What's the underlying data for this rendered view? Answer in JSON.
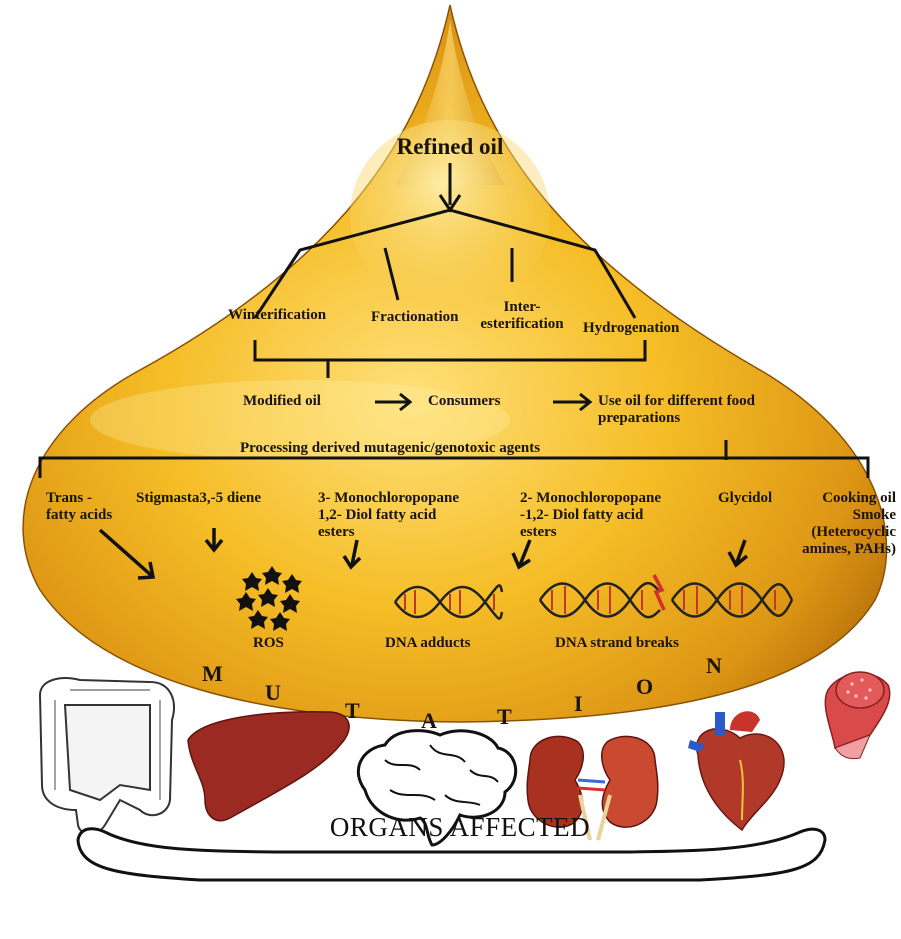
{
  "title": "Refined oil",
  "processes": [
    "Winterification",
    "Fractionation",
    "Inter-\nesterification",
    "Hydrogenation"
  ],
  "flow": {
    "modified": "Modified oil",
    "consumers": "Consumers",
    "use": "Use oil for different food\npreparations"
  },
  "agents_heading": "Processing derived mutagenic/genotoxic agents",
  "agents": {
    "trans": "Trans -\nfatty acids",
    "stigmasta": "Stigmasta3,-5 diene",
    "mcpd3": "3- Monochloropopane\n1,2-   Diol  fatty acid\nesters",
    "mcpd2": "2- Monochloropopane\n-1,2- Diol  fatty acid\nesters",
    "glycidol": "Glycidol",
    "smoke": "Cooking oil\nSmoke\n(Heterocyclic\namines, PAHs)"
  },
  "effects": {
    "ros": "ROS",
    "adducts": "DNA adducts",
    "breaks": "DNA strand breaks"
  },
  "mutation_letters": [
    "M",
    "U",
    "T",
    "A",
    "T",
    "I",
    "O",
    "N"
  ],
  "organs_label": "ORGANS AFFECTED",
  "colors": {
    "oil_light": "#ffe58a",
    "oil_mid": "#f2b61a",
    "oil_dark": "#b8720a",
    "organ_red": "#9a2a22",
    "dna_red": "#c62828"
  },
  "icons": [
    "intestine-icon",
    "liver-icon",
    "brain-icon",
    "kidney-icon",
    "heart-icon",
    "muscle-icon",
    "ros-cluster-icon",
    "dna-helix-icon"
  ]
}
